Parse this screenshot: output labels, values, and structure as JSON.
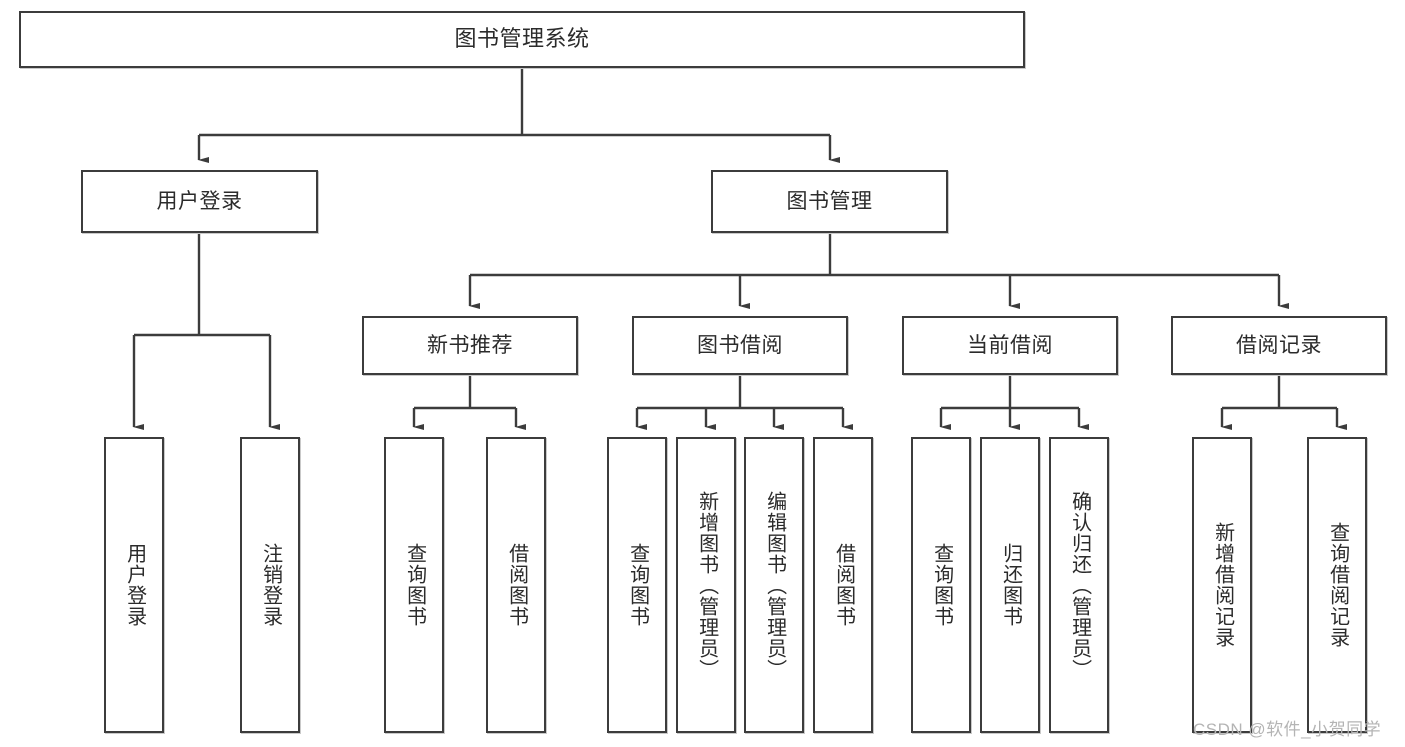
{
  "diagram": {
    "title": "图书管理系统",
    "type": "hierarchy-tree",
    "colors": {
      "box_border": "#3c3c3c",
      "box_fill": "#ffffff",
      "edge": "#3c3c3c",
      "text": "#2b2b2b",
      "watermark": "#b4b4b4",
      "background": "#ffffff"
    },
    "levels": {
      "level1": [
        {
          "id": "root",
          "label": "图书管理系统"
        }
      ],
      "level2": [
        {
          "id": "user-login",
          "label": "用户登录"
        },
        {
          "id": "book-management",
          "label": "图书管理"
        }
      ],
      "level3": [
        {
          "id": "new-book-recommend",
          "label": "新书推荐"
        },
        {
          "id": "book-borrow",
          "label": "图书借阅"
        },
        {
          "id": "current-borrow",
          "label": "当前借阅"
        },
        {
          "id": "borrow-record",
          "label": "借阅记录"
        }
      ],
      "level4": [
        {
          "id": "leaf-user-login",
          "label": "用户登录",
          "parent": "user-login"
        },
        {
          "id": "leaf-logout-login",
          "label": "注销登录",
          "parent": "user-login"
        },
        {
          "id": "leaf-query-book-1",
          "label": "查询图书",
          "parent": "new-book-recommend"
        },
        {
          "id": "leaf-borrow-book-1",
          "label": "借阅图书",
          "parent": "new-book-recommend"
        },
        {
          "id": "leaf-query-book-2",
          "label": "查询图书",
          "parent": "book-borrow"
        },
        {
          "id": "leaf-add-book",
          "label": "新增图书（管理员）",
          "parent": "book-borrow"
        },
        {
          "id": "leaf-edit-book",
          "label": "编辑图书（管理员）",
          "parent": "book-borrow"
        },
        {
          "id": "leaf-borrow-book-2",
          "label": "借阅图书",
          "parent": "book-borrow"
        },
        {
          "id": "leaf-query-book-3",
          "label": "查询图书",
          "parent": "current-borrow"
        },
        {
          "id": "leaf-return-book",
          "label": "归还图书",
          "parent": "current-borrow"
        },
        {
          "id": "leaf-confirm-return",
          "label": "确认归还（管理员）",
          "parent": "current-borrow"
        },
        {
          "id": "leaf-add-record",
          "label": "新增借阅记录",
          "parent": "borrow-record"
        },
        {
          "id": "leaf-query-record",
          "label": "查询借阅记录",
          "parent": "borrow-record"
        }
      ]
    },
    "watermark": "CSDN @软件_小贺同学"
  }
}
